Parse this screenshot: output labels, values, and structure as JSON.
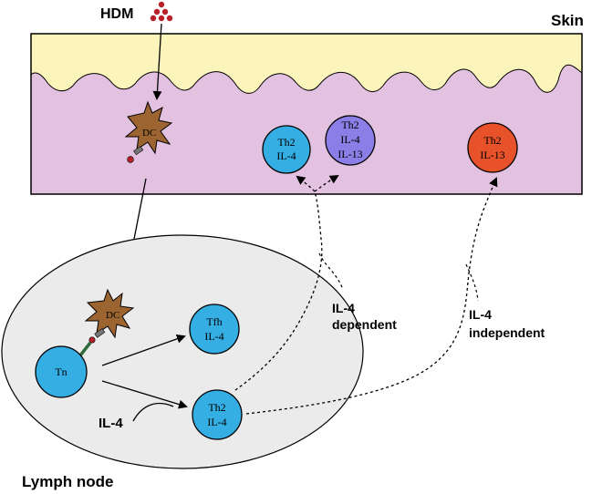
{
  "labels": {
    "hdm": "HDM",
    "skin": "Skin",
    "lymph_node": "Lymph node",
    "il4_dependent_1": "IL-4",
    "il4_dependent_2": "dependent",
    "il4_independent_1": "IL-4",
    "il4_independent_2": "independent",
    "il4_input": "IL-4"
  },
  "cells": {
    "dc_skin": "DC",
    "dc_node": "DC",
    "tn": "Tn",
    "tfh": [
      "Tfh",
      "IL-4"
    ],
    "th2_node": [
      "Th2",
      "IL-4"
    ],
    "th2_skin_il4": [
      "Th2",
      "IL-4"
    ],
    "th2_skin_il4_il13": [
      "Th2",
      "IL-4",
      "IL-13"
    ],
    "th2_skin_il13": [
      "Th2",
      "IL-13"
    ]
  },
  "colors": {
    "epidermis": "#FBF5BC",
    "dermis": "#E2C2E0",
    "lymph_node": "#EBEBEB",
    "t_cell_blue": "#35AEE4",
    "t_cell_purple": "#8C7EE6",
    "t_cell_red": "#E8522A",
    "dendritic_cell": "#9C6430",
    "allergen": "#B8202A"
  }
}
